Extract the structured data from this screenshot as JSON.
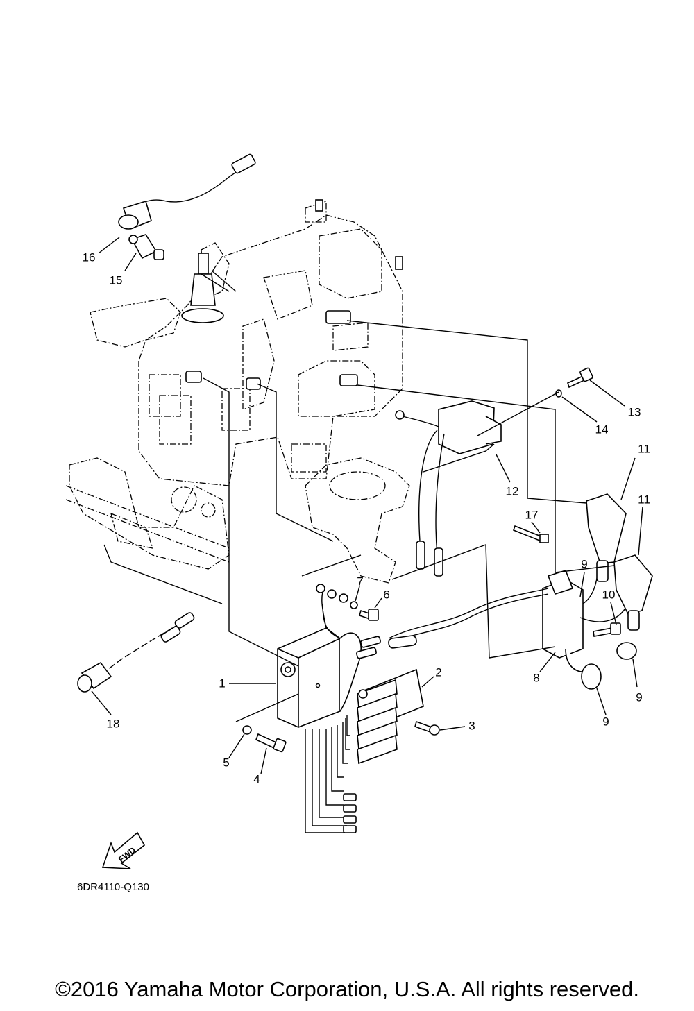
{
  "diagram": {
    "part_code": "6DR4110-Q130",
    "copyright": "©2016 Yamaha Motor Corporation, U.S.A. All rights reserved.",
    "direction_label": "FWD",
    "callouts": [
      "1",
      "2",
      "3",
      "4",
      "5",
      "6",
      "7",
      "8",
      "9",
      "9",
      "9",
      "10",
      "11",
      "11",
      "12",
      "13",
      "14",
      "15",
      "16",
      "17",
      "18"
    ]
  }
}
